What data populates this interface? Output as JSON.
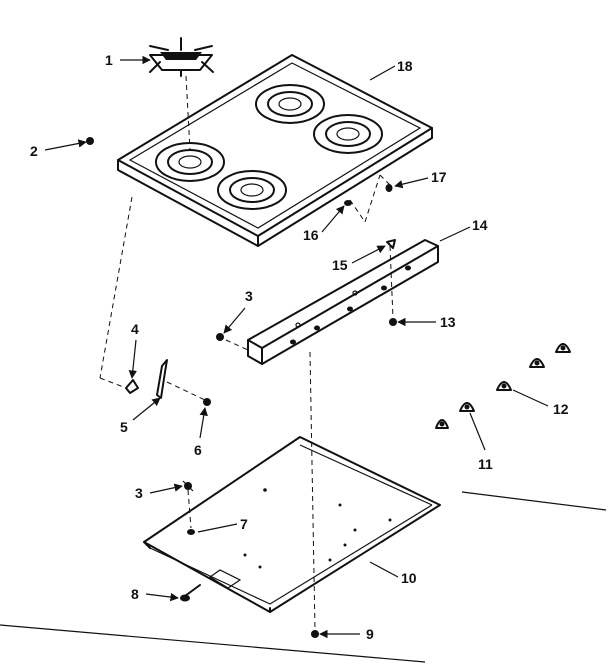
{
  "callouts": {
    "c1": "1",
    "c2": "2",
    "c3a": "3",
    "c3b": "3",
    "c4": "4",
    "c5": "5",
    "c6": "6",
    "c7": "7",
    "c8": "8",
    "c9": "9",
    "c10": "10",
    "c11": "11",
    "c12": "12",
    "c13": "13",
    "c14": "14",
    "c15": "15",
    "c16": "16",
    "c17": "17",
    "c18": "18"
  }
}
